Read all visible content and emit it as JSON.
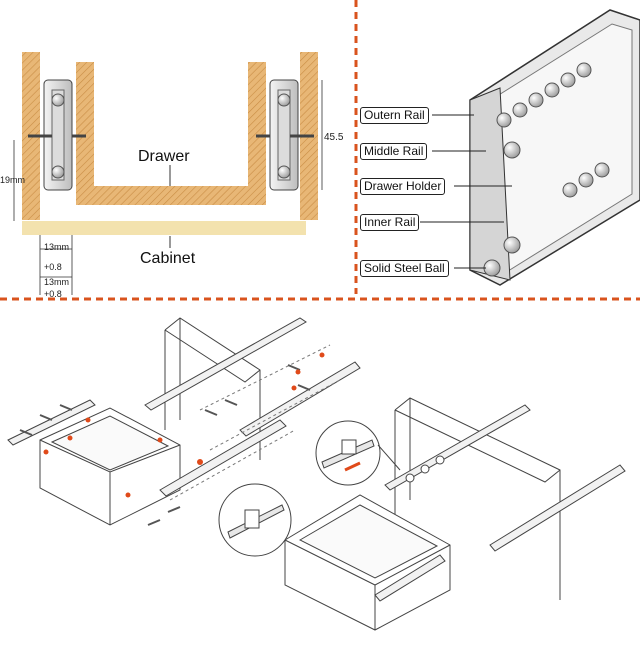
{
  "labels": {
    "drawer": "Drawer",
    "cabinet": "Cabinet"
  },
  "dimensions": {
    "height_left": "19mm",
    "height_right": "45.5",
    "gap_top": "13mm",
    "tol_top": "+0.8",
    "gap_bottom": "13mm",
    "tol_bottom": "+0.8"
  },
  "callouts": {
    "outer_rail": "Outern Rail",
    "middle_rail": "Middle Rail",
    "drawer_holder": "Drawer Holder",
    "inner_rail": "Inner Rail",
    "steel_ball": "Solid Steel Ball"
  },
  "colors": {
    "wood": "#e8b776",
    "wood_light": "#f3e2ae",
    "divider": "#d9531e",
    "line": "#333333"
  }
}
